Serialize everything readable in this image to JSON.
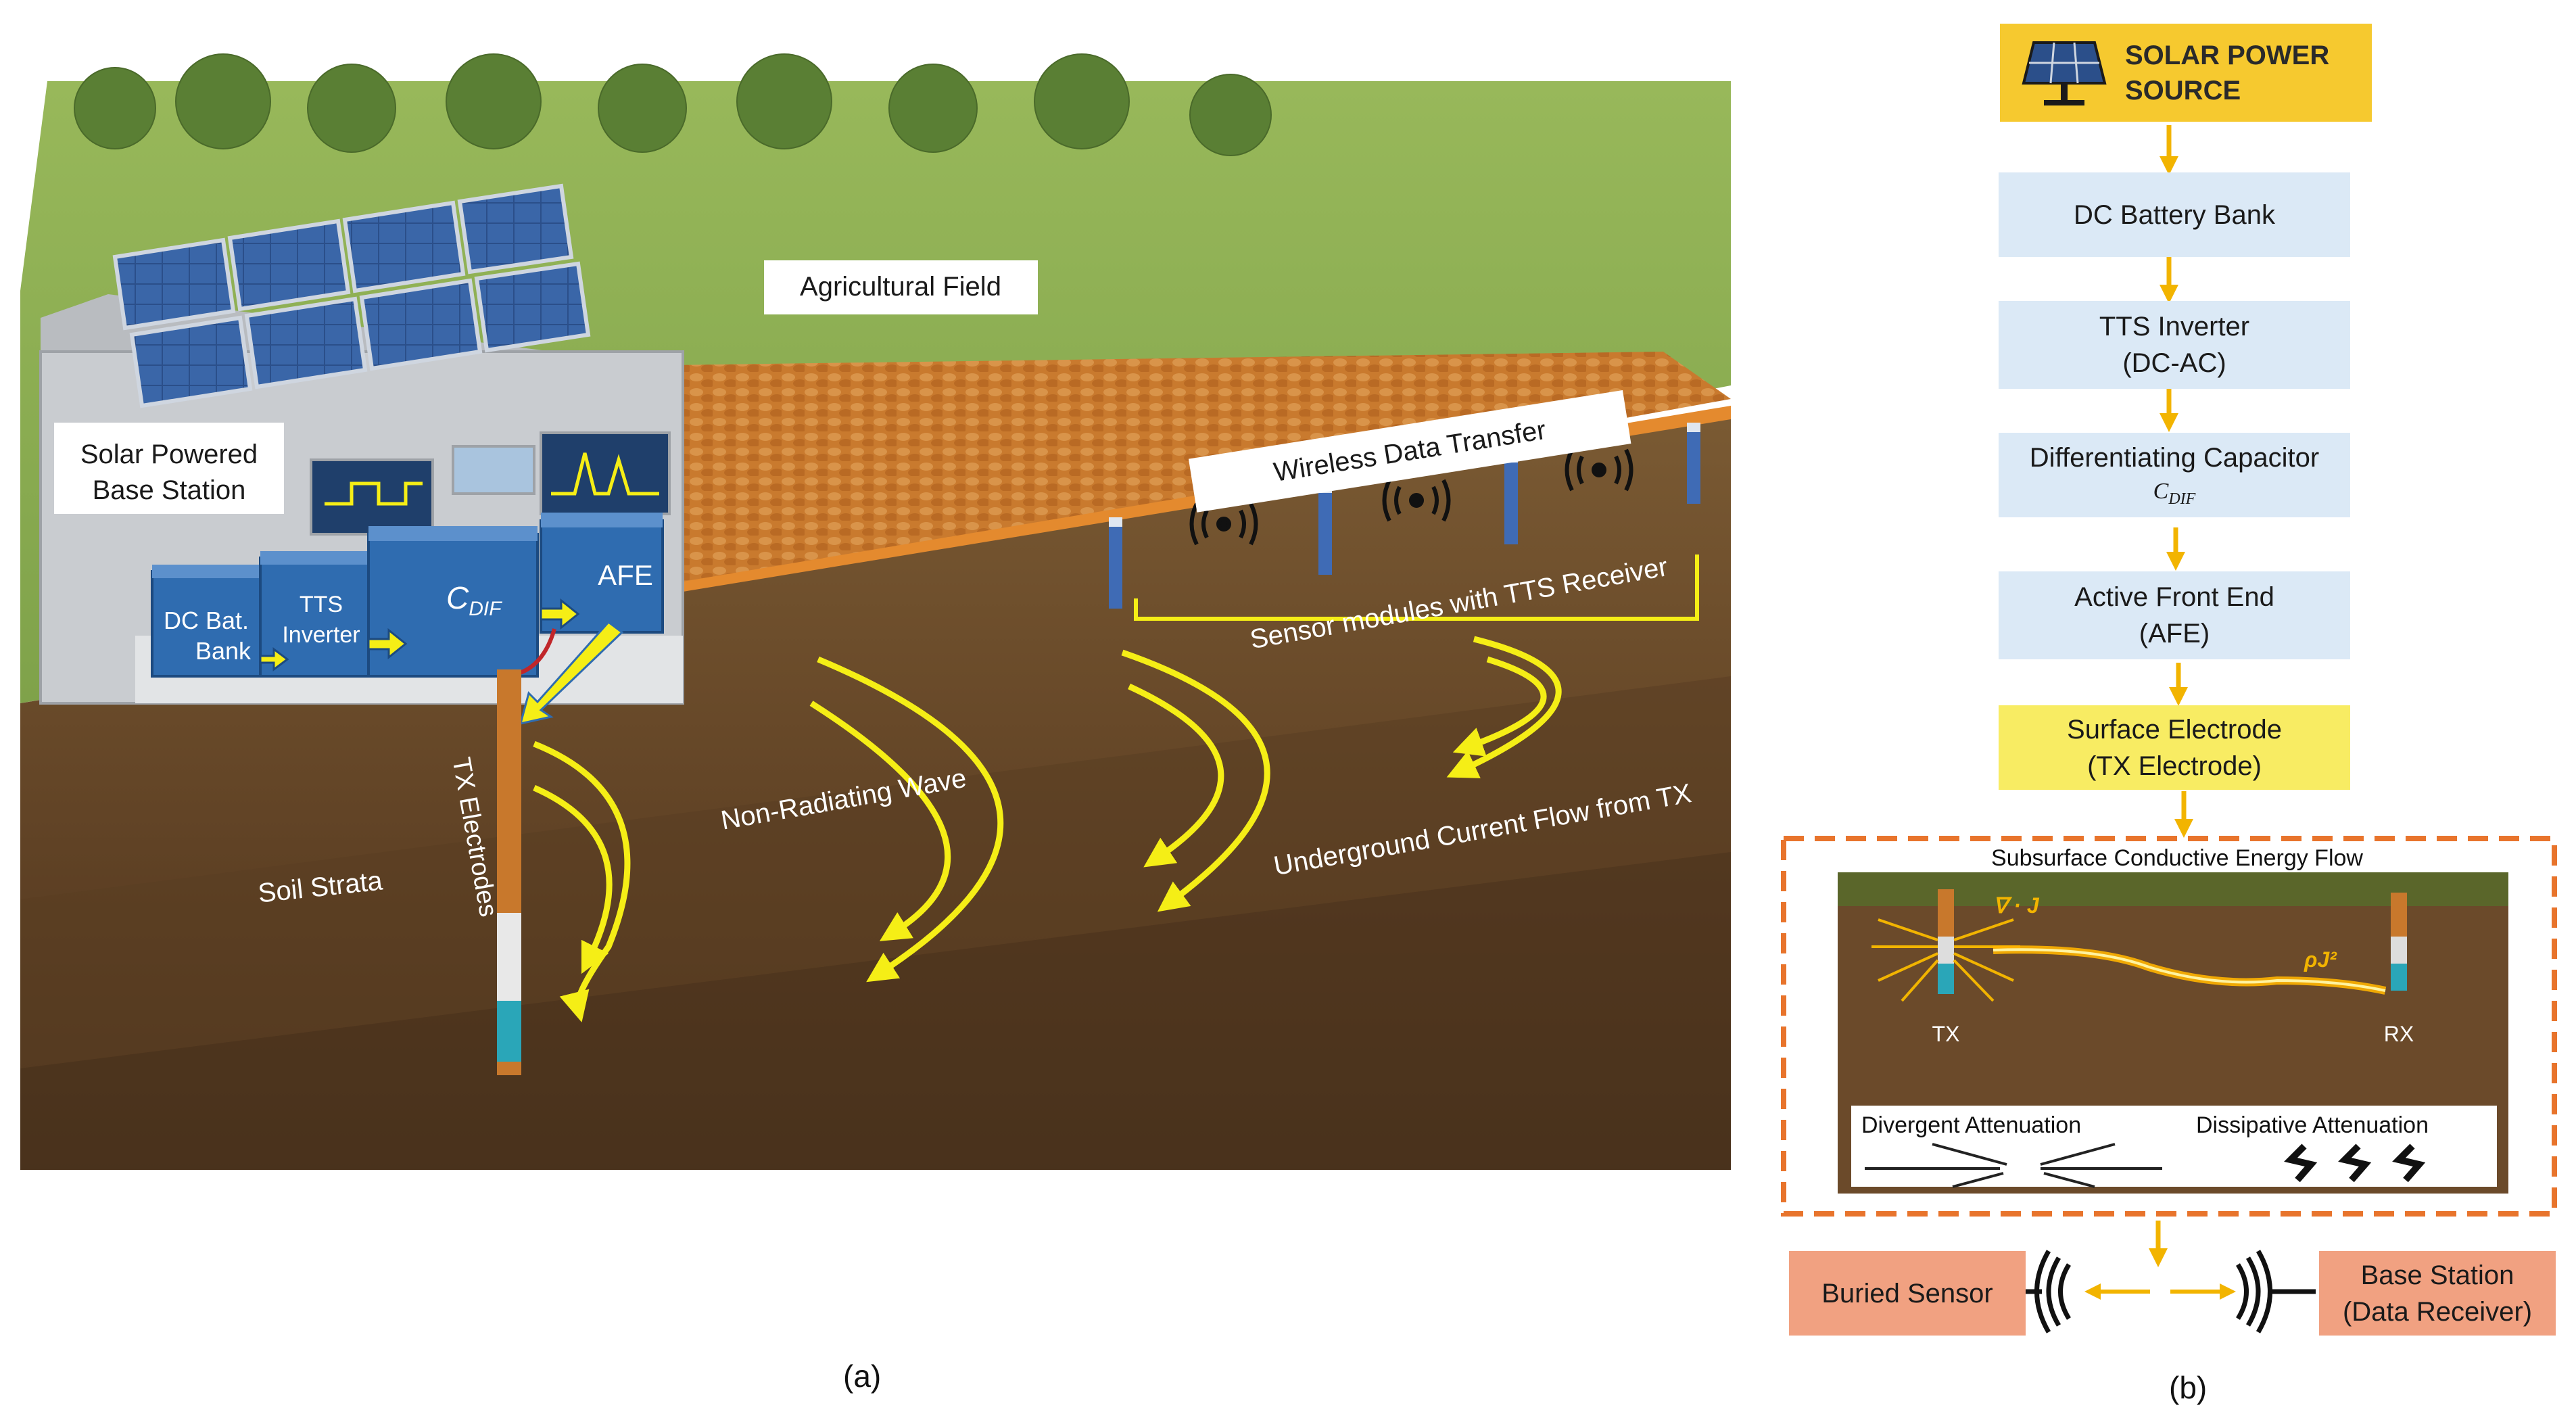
{
  "panel_a": {
    "caption": "(a)",
    "labels": {
      "agricultural_field": "Agricultural Field",
      "base_station_line1": "Solar Powered",
      "base_station_line2": "Base Station",
      "dc_bat_line1": "DC Bat.",
      "dc_bat_line2": "Bank",
      "tts_line1": "TTS",
      "tts_line2": "Inverter",
      "cdif": "C",
      "cdif_sub": "DIF",
      "afe": "AFE",
      "wireless": "Wireless Data Transfer",
      "sensor_modules": "Sensor modules with TTS Receiver",
      "tx_electrodes": "TX Electrodes",
      "non_radiating": "Non-Radiating Wave",
      "underground_flow": "Underground Current Flow from TX",
      "soil_strata": "Soil Strata"
    }
  },
  "panel_b": {
    "caption": "(b)",
    "solar_line1": "SOLAR POWER",
    "solar_line2": "SOURCE",
    "battery": "DC Battery Bank",
    "inverter_line1": "TTS Inverter",
    "inverter_line2": "(DC-AC)",
    "capacitor_line1": "Differentiating Capacitor",
    "capacitor_symbol": "C",
    "capacitor_sub": "DIF",
    "afe_line1": "Active Front End",
    "afe_line2": "(AFE)",
    "electrode_line1": "Surface Electrode",
    "electrode_line2": "(TX Electrode)",
    "subsurface_title": "Subsurface Conductive Energy Flow",
    "div_j": "∇ · J",
    "rho_j2": "ρJ²",
    "tx": "TX",
    "rx": "RX",
    "divergent": "Divergent Attenuation",
    "dissipative": "Dissipative Attenuation",
    "buried_sensor": "Buried Sensor",
    "base_station_line1": "Base Station",
    "base_station_line2": "(Data Receiver)"
  },
  "colors": {
    "solar_box": "#f6c92f",
    "blue_box": "#dbe9f6",
    "electrode_box": "#f8ec63",
    "salmon_box": "#f1a181",
    "arrow": "#f2b400",
    "dashed_border": "#e8742c",
    "wave": "#f5ee16"
  }
}
